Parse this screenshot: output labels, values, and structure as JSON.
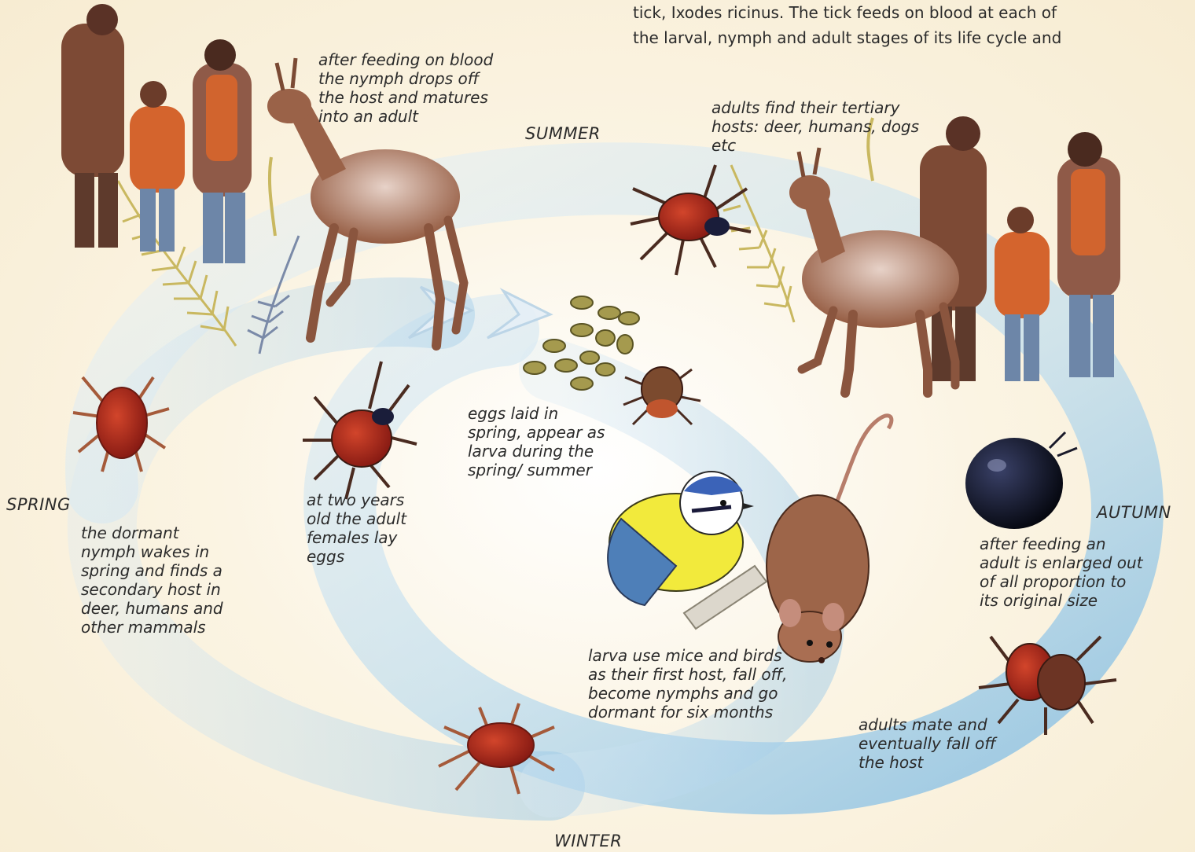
{
  "intro": {
    "lines": "tick, Ixodes ricinus. The tick feeds on blood at each of\nthe larval, nymph and adult stages of its life cycle and"
  },
  "seasons": {
    "summer": "SUMMER",
    "spring": "SPRING",
    "autumn": "AUTUMN",
    "winter": "WINTER"
  },
  "annotations": {
    "nymph_drops": "after feeding on blood\nthe nymph drops off\nthe host and matures\ninto an adult",
    "adults_tertiary": "adults find their tertiary\nhosts: deer, humans, dogs\netc",
    "eggs_laid": "eggs laid in\nspring, appear as\nlarva during the\nspring/ summer",
    "adult_females": "at two years\nold the adult\nfemales lay\neggs",
    "dormant_nymph": "the dormant\nnymph wakes in\nspring and finds a\nsecondary host in\ndeer, humans and\nother mammals",
    "enlarged": "after feeding an\nadult is enlarged out\nof all proportion to\nits original size",
    "larva_hosts": "larva use mice and birds\nas their first host, fall off,\nbecome nymphs and go\ndormant for six months",
    "adults_mate": "adults mate and\neventually fall off\nthe host"
  },
  "colors": {
    "loop_blue": "#9ccbe8",
    "tick_red": "#a52318",
    "tick_dark": "#141a3a",
    "deer_brown": "#9a6248",
    "fern": "#c9b860"
  }
}
